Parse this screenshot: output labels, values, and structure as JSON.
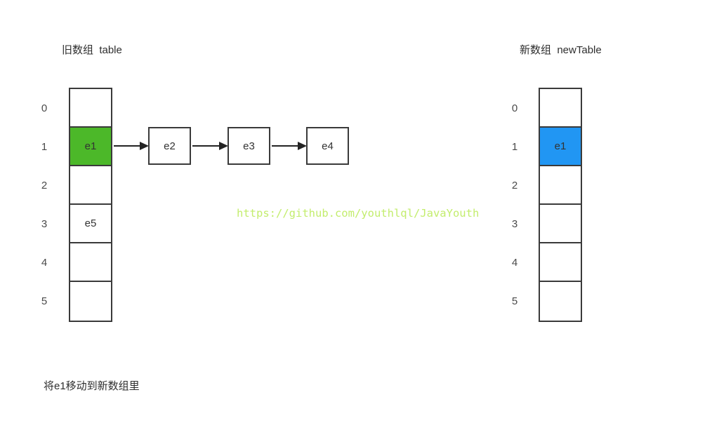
{
  "titles": {
    "left": "旧数组  table",
    "right": "新数组  newTable"
  },
  "left_array": {
    "name": "table",
    "cells": [
      {
        "index": "0",
        "value": ""
      },
      {
        "index": "1",
        "value": "e1",
        "highlight": "green"
      },
      {
        "index": "2",
        "value": ""
      },
      {
        "index": "3",
        "value": "e5"
      },
      {
        "index": "4",
        "value": ""
      },
      {
        "index": "5",
        "value": ""
      }
    ]
  },
  "right_array": {
    "name": "newTable",
    "cells": [
      {
        "index": "0",
        "value": ""
      },
      {
        "index": "1",
        "value": "e1",
        "highlight": "blue"
      },
      {
        "index": "2",
        "value": ""
      },
      {
        "index": "3",
        "value": ""
      },
      {
        "index": "4",
        "value": ""
      },
      {
        "index": "5",
        "value": ""
      }
    ]
  },
  "chain": {
    "nodes": [
      "e2",
      "e3",
      "e4"
    ]
  },
  "watermark": "https://github.com/youthlql/JavaYouth",
  "caption": "将e1移动到新数组里",
  "colors": {
    "green": "#4cb829",
    "blue": "#2196f3",
    "border": "#3a3a3a",
    "watermark": "#c3ed6d"
  }
}
